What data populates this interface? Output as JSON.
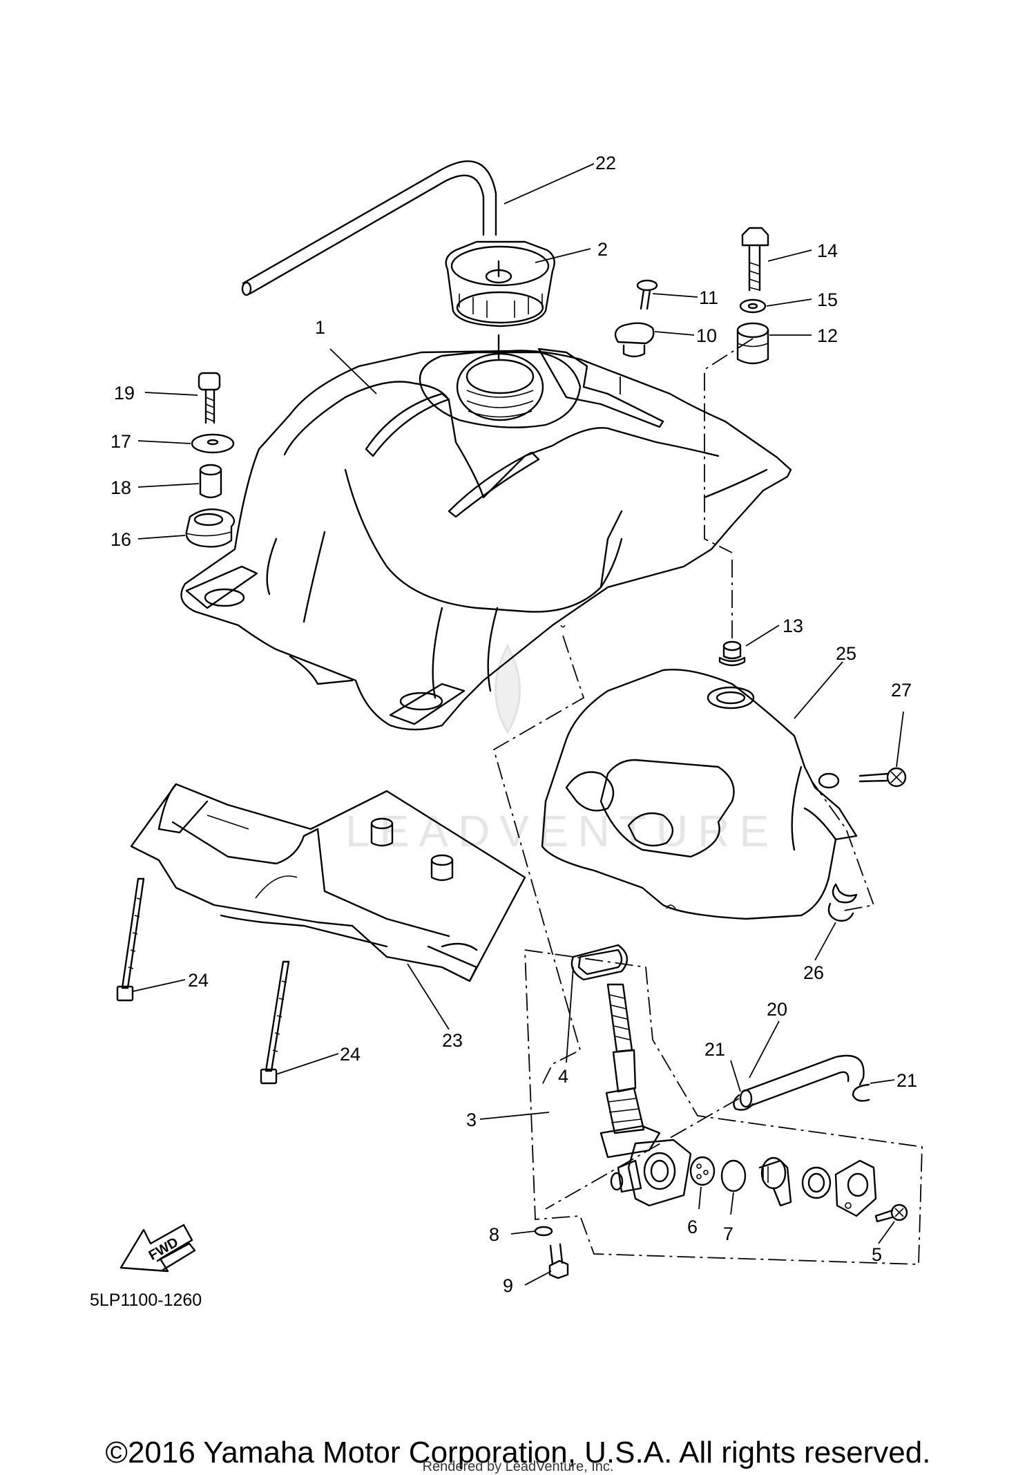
{
  "diagram": {
    "watermark": "LEADVENTURE",
    "fwd_label": "FWD",
    "diagram_code": "5LP1100-1260",
    "callouts": [
      "22",
      "2",
      "14",
      "11",
      "15",
      "10",
      "12",
      "1",
      "19",
      "17",
      "18",
      "16",
      "13",
      "25",
      "27",
      "24",
      "23",
      "26",
      "20",
      "21",
      "21",
      "4",
      "3",
      "8",
      "6",
      "7",
      "5",
      "9",
      "24"
    ]
  },
  "footer": {
    "copyright": "©2016 Yamaha Motor Corporation, U.S.A. All rights reserved.",
    "rendered_by": "Rendered by LeadVenture, Inc."
  }
}
